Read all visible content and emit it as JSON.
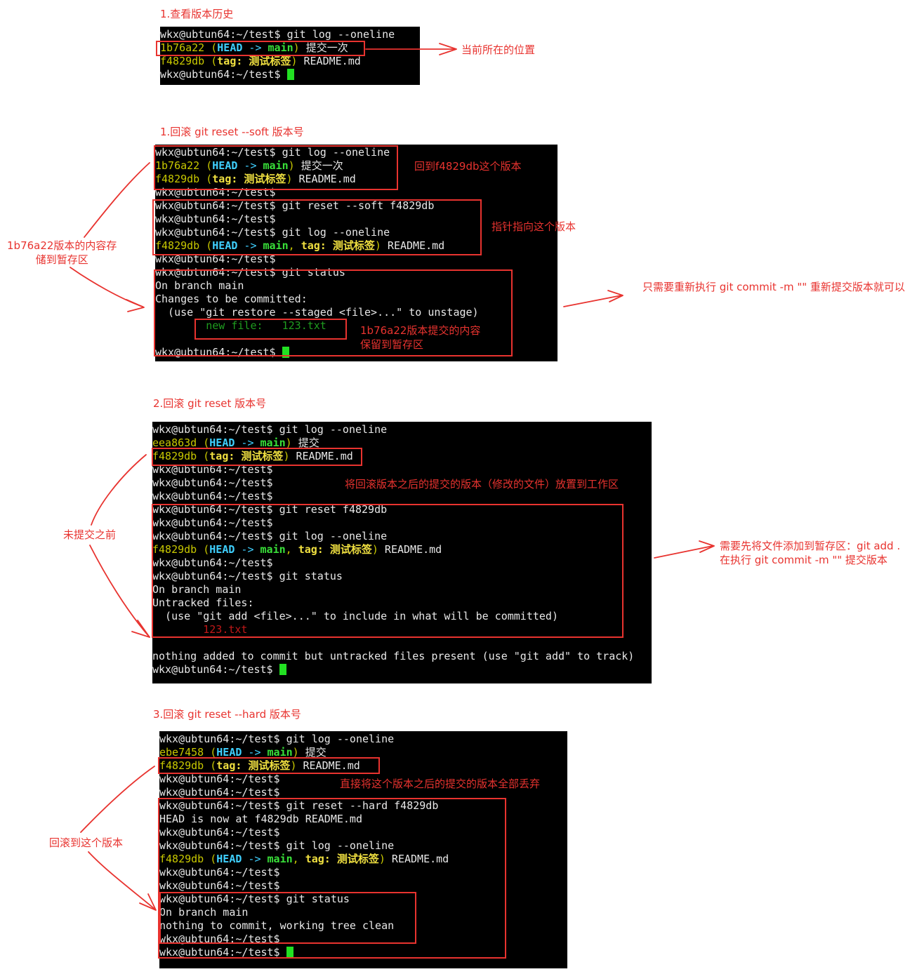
{
  "sections": {
    "s1": {
      "heading": "1.查看版本历史",
      "lines": [
        {
          "t": "cmd",
          "v": "wkx@ubtun64:~/test$ git log --oneline"
        },
        {
          "t": "log",
          "hash": "1b76a22",
          "refs": "head-main",
          "msg": "提交一次"
        },
        {
          "t": "log",
          "hash": "f4829db",
          "refs": "tag",
          "msg": "README.md"
        },
        {
          "t": "cursor",
          "v": "wkx@ubtun64:~/test$ "
        }
      ],
      "note": "当前所在的位置"
    },
    "s2": {
      "heading": "1.回滚 git reset --soft 版本号",
      "lines": [
        {
          "t": "cmd",
          "v": "wkx@ubtun64:~/test$ git log --oneline"
        },
        {
          "t": "log",
          "hash": "1b76a22",
          "refs": "head-main",
          "msg": "提交一次"
        },
        {
          "t": "log",
          "hash": "f4829db",
          "refs": "tag",
          "msg": "README.md"
        },
        {
          "t": "cmd",
          "v": "wkx@ubtun64:~/test$"
        },
        {
          "t": "cmd",
          "v": "wkx@ubtun64:~/test$ git reset --soft f4829db"
        },
        {
          "t": "cmd",
          "v": "wkx@ubtun64:~/test$"
        },
        {
          "t": "cmd",
          "v": "wkx@ubtun64:~/test$ git log --oneline"
        },
        {
          "t": "log",
          "hash": "f4829db",
          "refs": "head-main-tag",
          "msg": "README.md"
        },
        {
          "t": "cmd",
          "v": "wkx@ubtun64:~/test$"
        },
        {
          "t": "cmd",
          "v": "wkx@ubtun64:~/test$ git status"
        },
        {
          "t": "cmd",
          "v": "On branch main"
        },
        {
          "t": "cmd",
          "v": "Changes to be committed:"
        },
        {
          "t": "cmd",
          "v": "  (use \"git restore --staged <file>...\" to unstage)"
        },
        {
          "t": "green",
          "v": "        new file:   123.txt"
        },
        {
          "t": "cmd",
          "v": ""
        },
        {
          "t": "cursor",
          "v": "wkx@ubtun64:~/test$ "
        }
      ],
      "note_top": "回到f4829db这个版本",
      "note_mid": "指针指向这个版本",
      "note_left": "1b76a22版本的内容存\n储到暂存区",
      "note_staged": "1b76a22版本提交的内容\n保留到暂存区",
      "note_right": "只需要重新执行 git commit -m \"\" 重新提交版本就可以"
    },
    "s3": {
      "heading": "2.回滚 git reset 版本号",
      "lines": [
        {
          "t": "cmd",
          "v": "wkx@ubtun64:~/test$ git log --oneline"
        },
        {
          "t": "log",
          "hash": "eea863d",
          "refs": "head-main",
          "msg": "提交"
        },
        {
          "t": "log",
          "hash": "f4829db",
          "refs": "tag",
          "msg": "README.md"
        },
        {
          "t": "cmd",
          "v": "wkx@ubtun64:~/test$"
        },
        {
          "t": "cmd",
          "v": "wkx@ubtun64:~/test$"
        },
        {
          "t": "cmd",
          "v": "wkx@ubtun64:~/test$"
        },
        {
          "t": "cmd",
          "v": "wkx@ubtun64:~/test$ git reset f4829db"
        },
        {
          "t": "cmd",
          "v": "wkx@ubtun64:~/test$"
        },
        {
          "t": "cmd",
          "v": "wkx@ubtun64:~/test$ git log --oneline"
        },
        {
          "t": "log",
          "hash": "f4829db",
          "refs": "head-main-tag",
          "msg": "README.md"
        },
        {
          "t": "cmd",
          "v": "wkx@ubtun64:~/test$"
        },
        {
          "t": "cmd",
          "v": "wkx@ubtun64:~/test$ git status"
        },
        {
          "t": "cmd",
          "v": "On branch main"
        },
        {
          "t": "cmd",
          "v": "Untracked files:"
        },
        {
          "t": "cmd",
          "v": "  (use \"git add <file>...\" to include in what will be committed)"
        },
        {
          "t": "red",
          "v": "        123.txt"
        },
        {
          "t": "cmd",
          "v": ""
        },
        {
          "t": "cmd",
          "v": "nothing added to commit but untracked files present (use \"git add\" to track)"
        },
        {
          "t": "cursor",
          "v": "wkx@ubtun64:~/test$ "
        }
      ],
      "note_top": "将回滚版本之后的提交的版本（修改的文件）放置到工作区",
      "note_left": "未提交之前",
      "note_right": "需要先将文件添加到暂存区：git add .\n在执行 git commit -m \"\" 提交版本"
    },
    "s4": {
      "heading": "3.回滚 git reset --hard 版本号",
      "lines": [
        {
          "t": "cmd",
          "v": "wkx@ubtun64:~/test$ git log --oneline"
        },
        {
          "t": "log",
          "hash": "ebe7458",
          "refs": "head-main",
          "msg": "提交"
        },
        {
          "t": "log",
          "hash": "f4829db",
          "refs": "tag",
          "msg": "README.md"
        },
        {
          "t": "cmd",
          "v": "wkx@ubtun64:~/test$"
        },
        {
          "t": "cmd",
          "v": "wkx@ubtun64:~/test$"
        },
        {
          "t": "cmd",
          "v": "wkx@ubtun64:~/test$ git reset --hard f4829db"
        },
        {
          "t": "cmd",
          "v": "HEAD is now at f4829db README.md"
        },
        {
          "t": "cmd",
          "v": "wkx@ubtun64:~/test$"
        },
        {
          "t": "cmd",
          "v": "wkx@ubtun64:~/test$ git log --oneline"
        },
        {
          "t": "log",
          "hash": "f4829db",
          "refs": "head-main-tag",
          "msg": "README.md"
        },
        {
          "t": "cmd",
          "v": "wkx@ubtun64:~/test$"
        },
        {
          "t": "cmd",
          "v": "wkx@ubtun64:~/test$"
        },
        {
          "t": "cmd",
          "v": "wkx@ubtun64:~/test$ git status"
        },
        {
          "t": "cmd",
          "v": "On branch main"
        },
        {
          "t": "cmd",
          "v": "nothing to commit, working tree clean"
        },
        {
          "t": "cmd",
          "v": "wkx@ubtun64:~/test$"
        },
        {
          "t": "cursor",
          "v": "wkx@ubtun64:~/test$ "
        }
      ],
      "note_top": "直接将这个版本之后的提交的版本全部丢弃",
      "note_left": "回滚到这个版本"
    }
  },
  "tokens": {
    "head": "HEAD",
    "arrow": "->",
    "main": "main",
    "tag_label": "tag:",
    "tag_name": "测试标签"
  },
  "colors": {
    "annotation": "#e8332f",
    "terminal_bg": "#000000",
    "hash": "#c8c800",
    "head": "#3fd0ff",
    "main": "#39e039",
    "tag": "#f0e040",
    "staged_file": "#1f9c1f",
    "untracked_file": "#c01818",
    "cursor": "#22e022"
  }
}
